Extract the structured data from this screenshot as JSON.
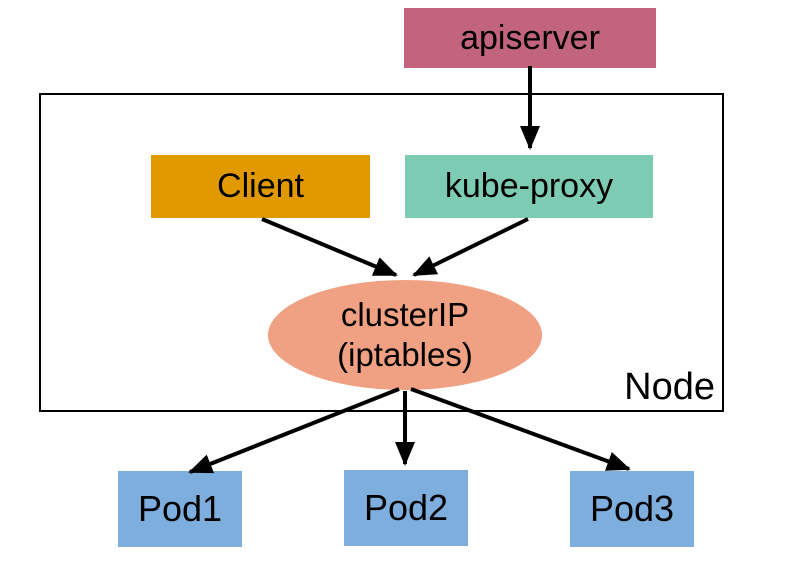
{
  "diagram": {
    "apiserver": {
      "label": "apiserver",
      "color": "#c2647e"
    },
    "client": {
      "label": "Client",
      "color": "#e09a00"
    },
    "kube_proxy": {
      "label": "kube-proxy",
      "color": "#7ccbb2"
    },
    "cluster_ip": {
      "label_line1": "clusterIP",
      "label_line2": "(iptables)",
      "color": "#f1a183"
    },
    "node": {
      "label": "Node",
      "border_color": "#000000"
    },
    "pods": [
      {
        "label": "Pod1"
      },
      {
        "label": "Pod2"
      },
      {
        "label": "Pod3"
      }
    ],
    "pod_color": "#7eaede",
    "arrow_color": "#000000",
    "background_color": "#ffffff"
  }
}
